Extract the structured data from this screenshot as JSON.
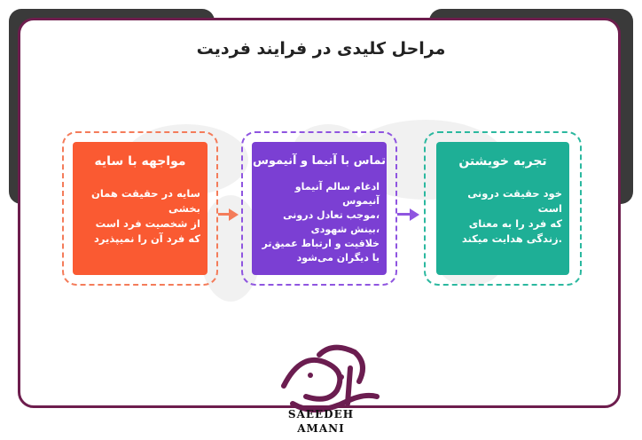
{
  "title": "مراحل کلیدی در فرایند فردیت",
  "stages": [
    {
      "heading": "مواجهه با سایه",
      "lines": [
        "سایه در حقیقت همان بخشی",
        "از شخصیت فرد است",
        "که فرد آن را نمیپذیرد"
      ],
      "color": "#fa5a32",
      "border_color": "#f47c5a"
    },
    {
      "heading": "تماس با آنیما و آنیموس",
      "lines": [
        "ادغام سالم آنیماو آنیموس",
        "،موجب تعادل درونی",
        "،بینش شهودی",
        "خلاقیت و ارتباط عمیق‌تر",
        "با دیگران می‌شود"
      ],
      "color": "#7b3fd3",
      "border_color": "#8f55e0"
    },
    {
      "heading": "تجربه خویشتن",
      "lines": [
        "خود حقیقت درونی است",
        "که فرد را به معنای",
        ".زندگی هدایت میکند"
      ],
      "color": "#1eaf96",
      "border_color": "#2bb89f"
    }
  ],
  "logo": {
    "name_line1": "SAEEDEH",
    "name_line2": "AMANI",
    "calligraphy_color": "#6b1d50"
  }
}
